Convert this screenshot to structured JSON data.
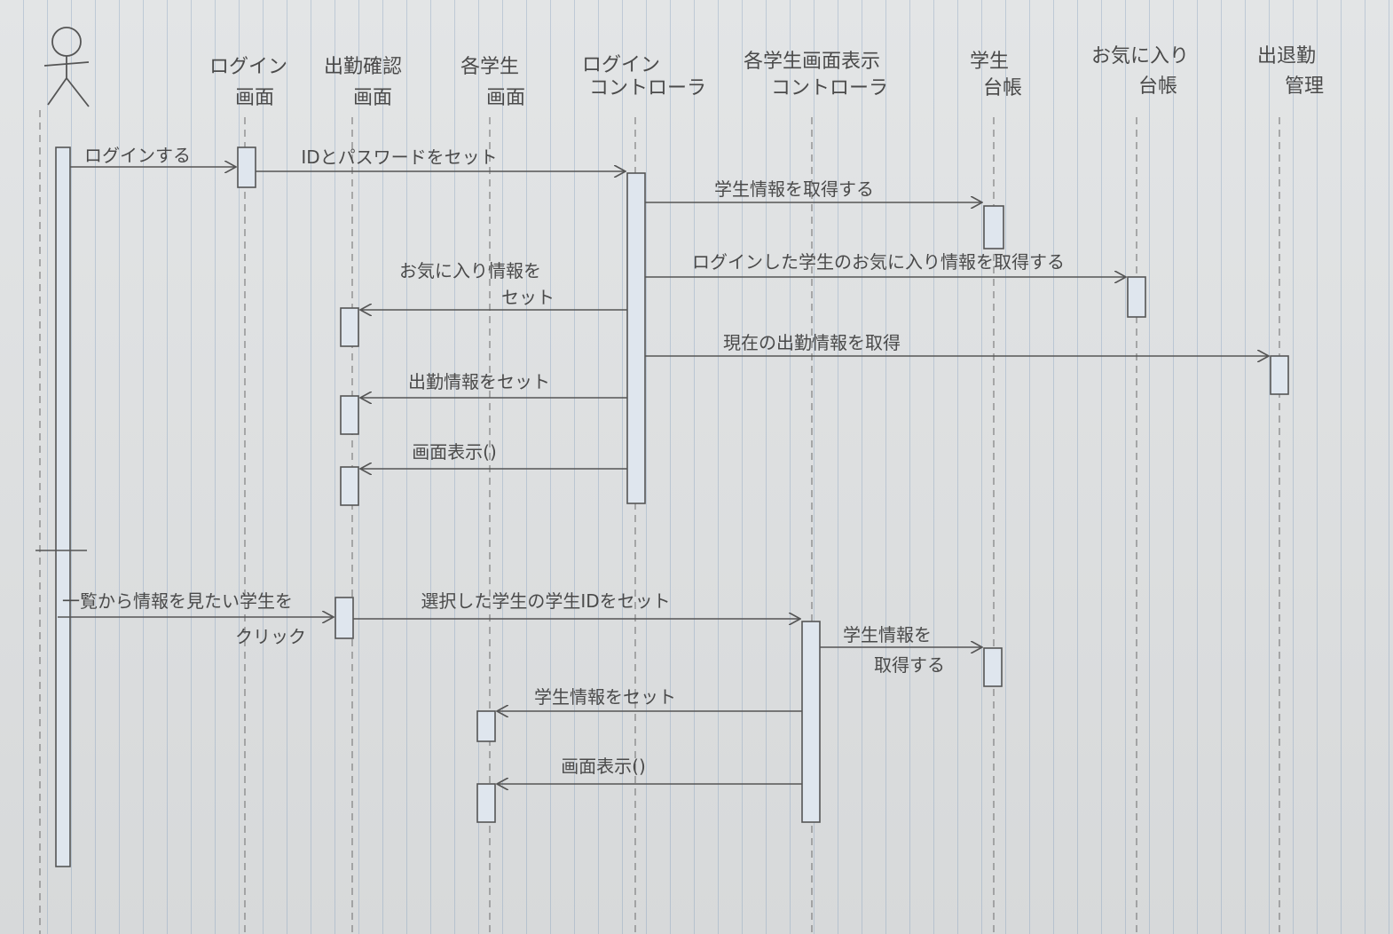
{
  "participants": [
    {
      "id": "user",
      "lines": [
        ""
      ],
      "is_actor": true
    },
    {
      "id": "login_screen",
      "lines": [
        "ログイン",
        "画面"
      ]
    },
    {
      "id": "attendance_screen",
      "lines": [
        "出勤確認",
        "画面"
      ]
    },
    {
      "id": "student_screen",
      "lines": [
        "各学生",
        "画面"
      ]
    },
    {
      "id": "login_controller",
      "lines": [
        "ログイン",
        "コントローラ"
      ]
    },
    {
      "id": "student_display_controller",
      "lines": [
        "各学生画面表示",
        "コントローラ"
      ]
    },
    {
      "id": "student_ledger",
      "lines": [
        "学生",
        "台帳"
      ]
    },
    {
      "id": "favorites_ledger",
      "lines": [
        "お気に入り",
        "台帳"
      ]
    },
    {
      "id": "attendance_mgmt",
      "lines": [
        "出退勤",
        "管理"
      ]
    }
  ],
  "messages": [
    {
      "from": "user",
      "to": "login_screen",
      "lines": [
        "ログインする"
      ]
    },
    {
      "from": "login_screen",
      "to": "login_controller",
      "lines": [
        "IDとパスワードをセット"
      ]
    },
    {
      "from": "login_controller",
      "to": "student_ledger",
      "lines": [
        "学生情報を取得する"
      ]
    },
    {
      "from": "login_controller",
      "to": "favorites_ledger",
      "lines": [
        "ログインした学生のお気に入り情報を取得する"
      ]
    },
    {
      "from": "login_controller",
      "to": "attendance_screen",
      "lines": [
        "お気に入り情報を",
        "セット"
      ]
    },
    {
      "from": "login_controller",
      "to": "attendance_mgmt",
      "lines": [
        "現在の出勤情報を取得"
      ]
    },
    {
      "from": "login_controller",
      "to": "attendance_screen",
      "lines": [
        "出勤情報をセット"
      ]
    },
    {
      "from": "login_controller",
      "to": "attendance_screen",
      "lines": [
        "画面表示()"
      ]
    },
    {
      "from": "user",
      "to": "attendance_screen",
      "lines": [
        "一覧から情報を見たい学生を",
        "クリック"
      ]
    },
    {
      "from": "attendance_screen",
      "to": "student_display_controller",
      "lines": [
        "選択した学生の学生IDをセット"
      ]
    },
    {
      "from": "student_display_controller",
      "to": "student_ledger",
      "lines": [
        "学生情報を",
        "取得する"
      ]
    },
    {
      "from": "student_display_controller",
      "to": "student_screen",
      "lines": [
        "学生情報をセット"
      ]
    },
    {
      "from": "student_display_controller",
      "to": "student_screen",
      "lines": [
        "画面表示()"
      ]
    }
  ],
  "colors": {
    "pencil": "#555555",
    "pencil_light": "#777777",
    "activation_fill": "#dfe6ee"
  }
}
